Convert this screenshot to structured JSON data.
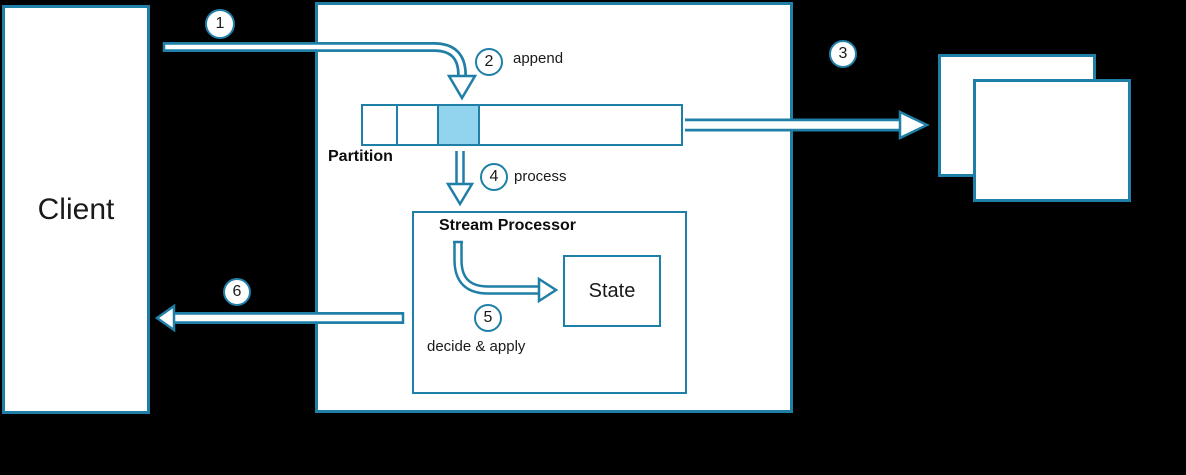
{
  "diagram": {
    "type": "event-sourcing-flow",
    "colors": {
      "stroke": "#1f7fa6",
      "highlight_fill": "#92d4ee",
      "shape_fill": "#ffffff",
      "background": "#000000",
      "text": "#1a1a1a"
    },
    "client": {
      "label": "Client"
    },
    "partition": {
      "label": "Partition",
      "segments": 4,
      "highlighted_segment": 3
    },
    "stream_processor": {
      "label": "Stream Processor",
      "state": {
        "label": "State"
      }
    },
    "event_boxes": {
      "count": 2,
      "labels": [
        "",
        ""
      ]
    },
    "steps": [
      {
        "number": "1",
        "label": ""
      },
      {
        "number": "2",
        "label": "append"
      },
      {
        "number": "3",
        "label": ""
      },
      {
        "number": "4",
        "label": "process"
      },
      {
        "number": "5",
        "label": "decide & apply"
      },
      {
        "number": "6",
        "label": ""
      }
    ]
  }
}
